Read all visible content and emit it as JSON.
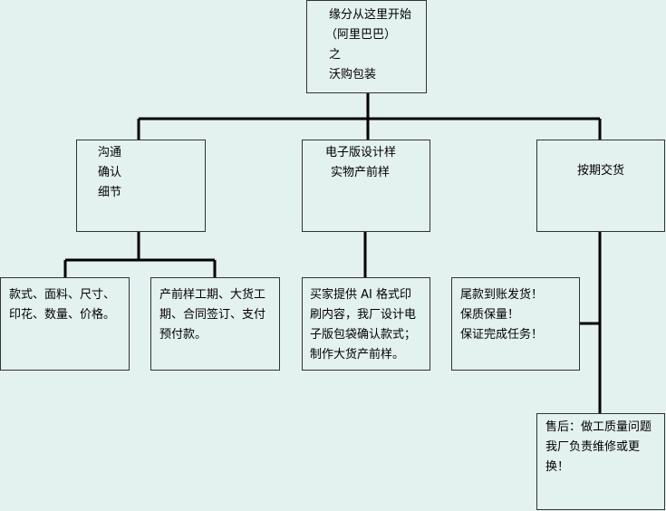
{
  "root": {
    "lines": [
      "缘分从这里开始",
      "（阿里巴巴）",
      "之",
      "沃购包装"
    ]
  },
  "branch_communicate": {
    "lines": [
      "沟通",
      "确认",
      "细节"
    ]
  },
  "branch_sample": {
    "lines": [
      "电子版设计样",
      "实物产前样"
    ]
  },
  "branch_delivery": {
    "lines": [
      "按期交货"
    ]
  },
  "detail_specs": {
    "lines": [
      "款式、面料、尺寸、",
      "印花、数量、价格。"
    ]
  },
  "detail_contract": {
    "lines": [
      "产前样工期、大货工",
      "期、合同签订、支付",
      "预付款。"
    ]
  },
  "detail_design": {
    "lines": [
      "买家提供 AI 格式印",
      "刷内容，我厂设计电",
      "子版包袋确认款式；",
      "制作大货产前样。"
    ]
  },
  "detail_payment": {
    "lines": [
      "尾款到账发货！",
      "保质保量！",
      "保证完成任务！"
    ]
  },
  "detail_aftersales": {
    "lines": [
      "售后：做工质量问题",
      "我厂负责维修或更",
      "换！"
    ]
  }
}
